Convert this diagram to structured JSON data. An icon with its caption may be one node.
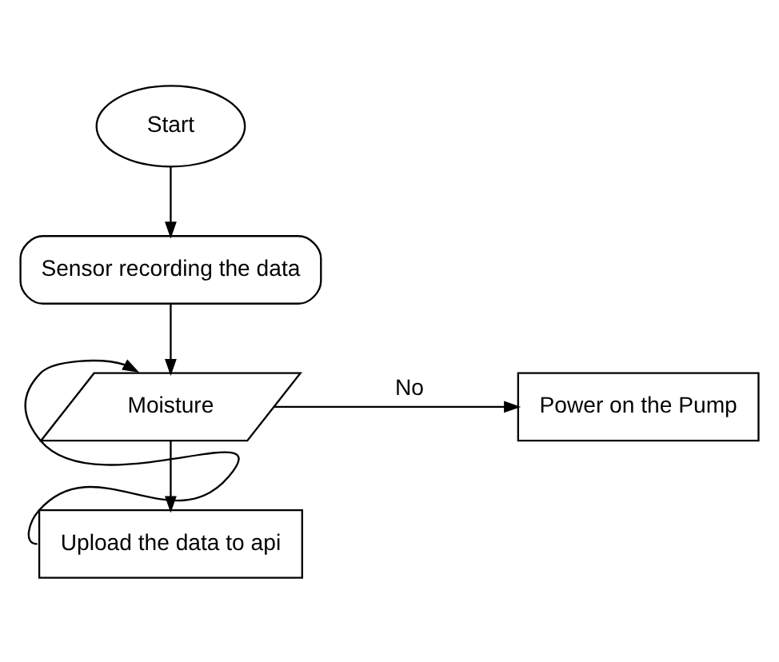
{
  "diagram": {
    "nodes": [
      {
        "text": [
          "Start"
        ]
      },
      {
        "text": [
          "Sensor recording the data"
        ]
      },
      {
        "text": [
          "Moisture"
        ]
      },
      {
        "text": [
          "Power on the Pump"
        ]
      },
      {
        "text": [
          "Upload the data to api"
        ]
      }
    ],
    "edges": [
      {
        "from": 0,
        "to": 1,
        "arrow": "to"
      },
      {
        "from": 1,
        "to": 2,
        "arrow": "to"
      },
      {
        "from": 2,
        "to": 3,
        "arrow": "to",
        "label": "No"
      },
      {
        "from": 2,
        "to": 4,
        "arrow": "to"
      },
      {
        "from": 4,
        "to": 2,
        "arrow": "to"
      }
    ]
  }
}
